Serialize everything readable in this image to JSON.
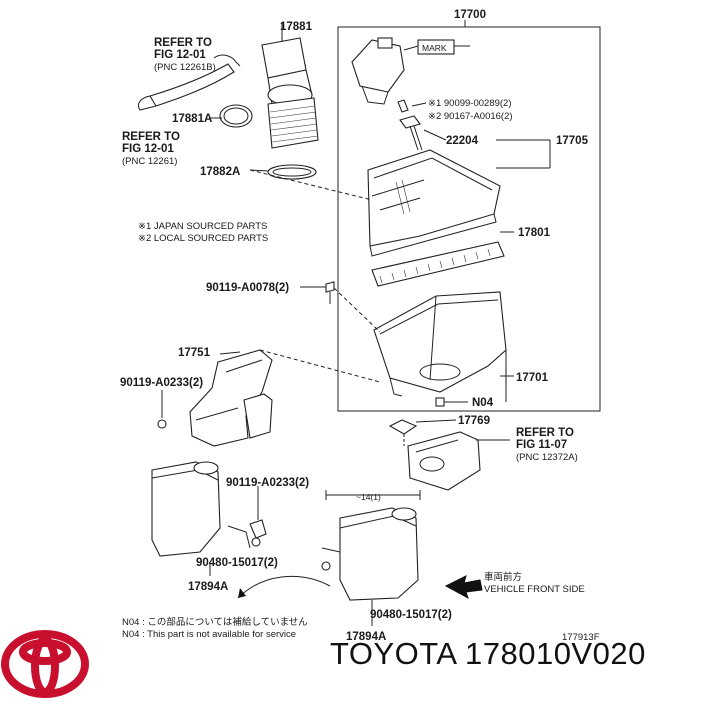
{
  "labels": {
    "p17881": "17881",
    "p17700": "17700",
    "refer1": [
      "REFER TO",
      "FIG 12-01",
      "(PNC 12261B)"
    ],
    "refer2": [
      "REFER TO",
      "FIG 12-01",
      "(PNC 12261)"
    ],
    "p17881A": "17881A",
    "p17882A": "17882A",
    "mark": "MARK",
    "bolt1": "※1 90099-00289(2)",
    "bolt2": "※2 90167-A0016(2)",
    "p22204": "22204",
    "p17705": "17705",
    "note1": "※1 JAPAN SOURCED PARTS",
    "note2": "※2 LOCAL SOURCED PARTS",
    "p17801": "17801",
    "p90119_78": "90119-A0078(2)",
    "p17751": "17751",
    "p17701": "17701",
    "p90119_233a": "90119-A0233(2)",
    "n04": "N04",
    "p17769": "17769",
    "refer3": [
      "REFER TO",
      "FIG 11-07",
      "(PNC 12372A)"
    ],
    "p90119_233b": "90119-A0233(2)",
    "dim": "~14(1)",
    "p90480a": "90480-15017(2)",
    "front_jp": "車両前方",
    "front_en": "VEHICLE FRONT SIDE",
    "p17894A_a": "17894A",
    "p90480b": "90480-15017(2)",
    "foot_jp": "N04 : この部品については補給していません",
    "foot_en": "N04 : This part is not available for service",
    "p17894A_b": "17894A",
    "fig_code": "177913F"
  },
  "brand_text": "TOYOTA 178010V020",
  "colors": {
    "logo": "#c8102e",
    "ink": "#1a1a1a"
  }
}
